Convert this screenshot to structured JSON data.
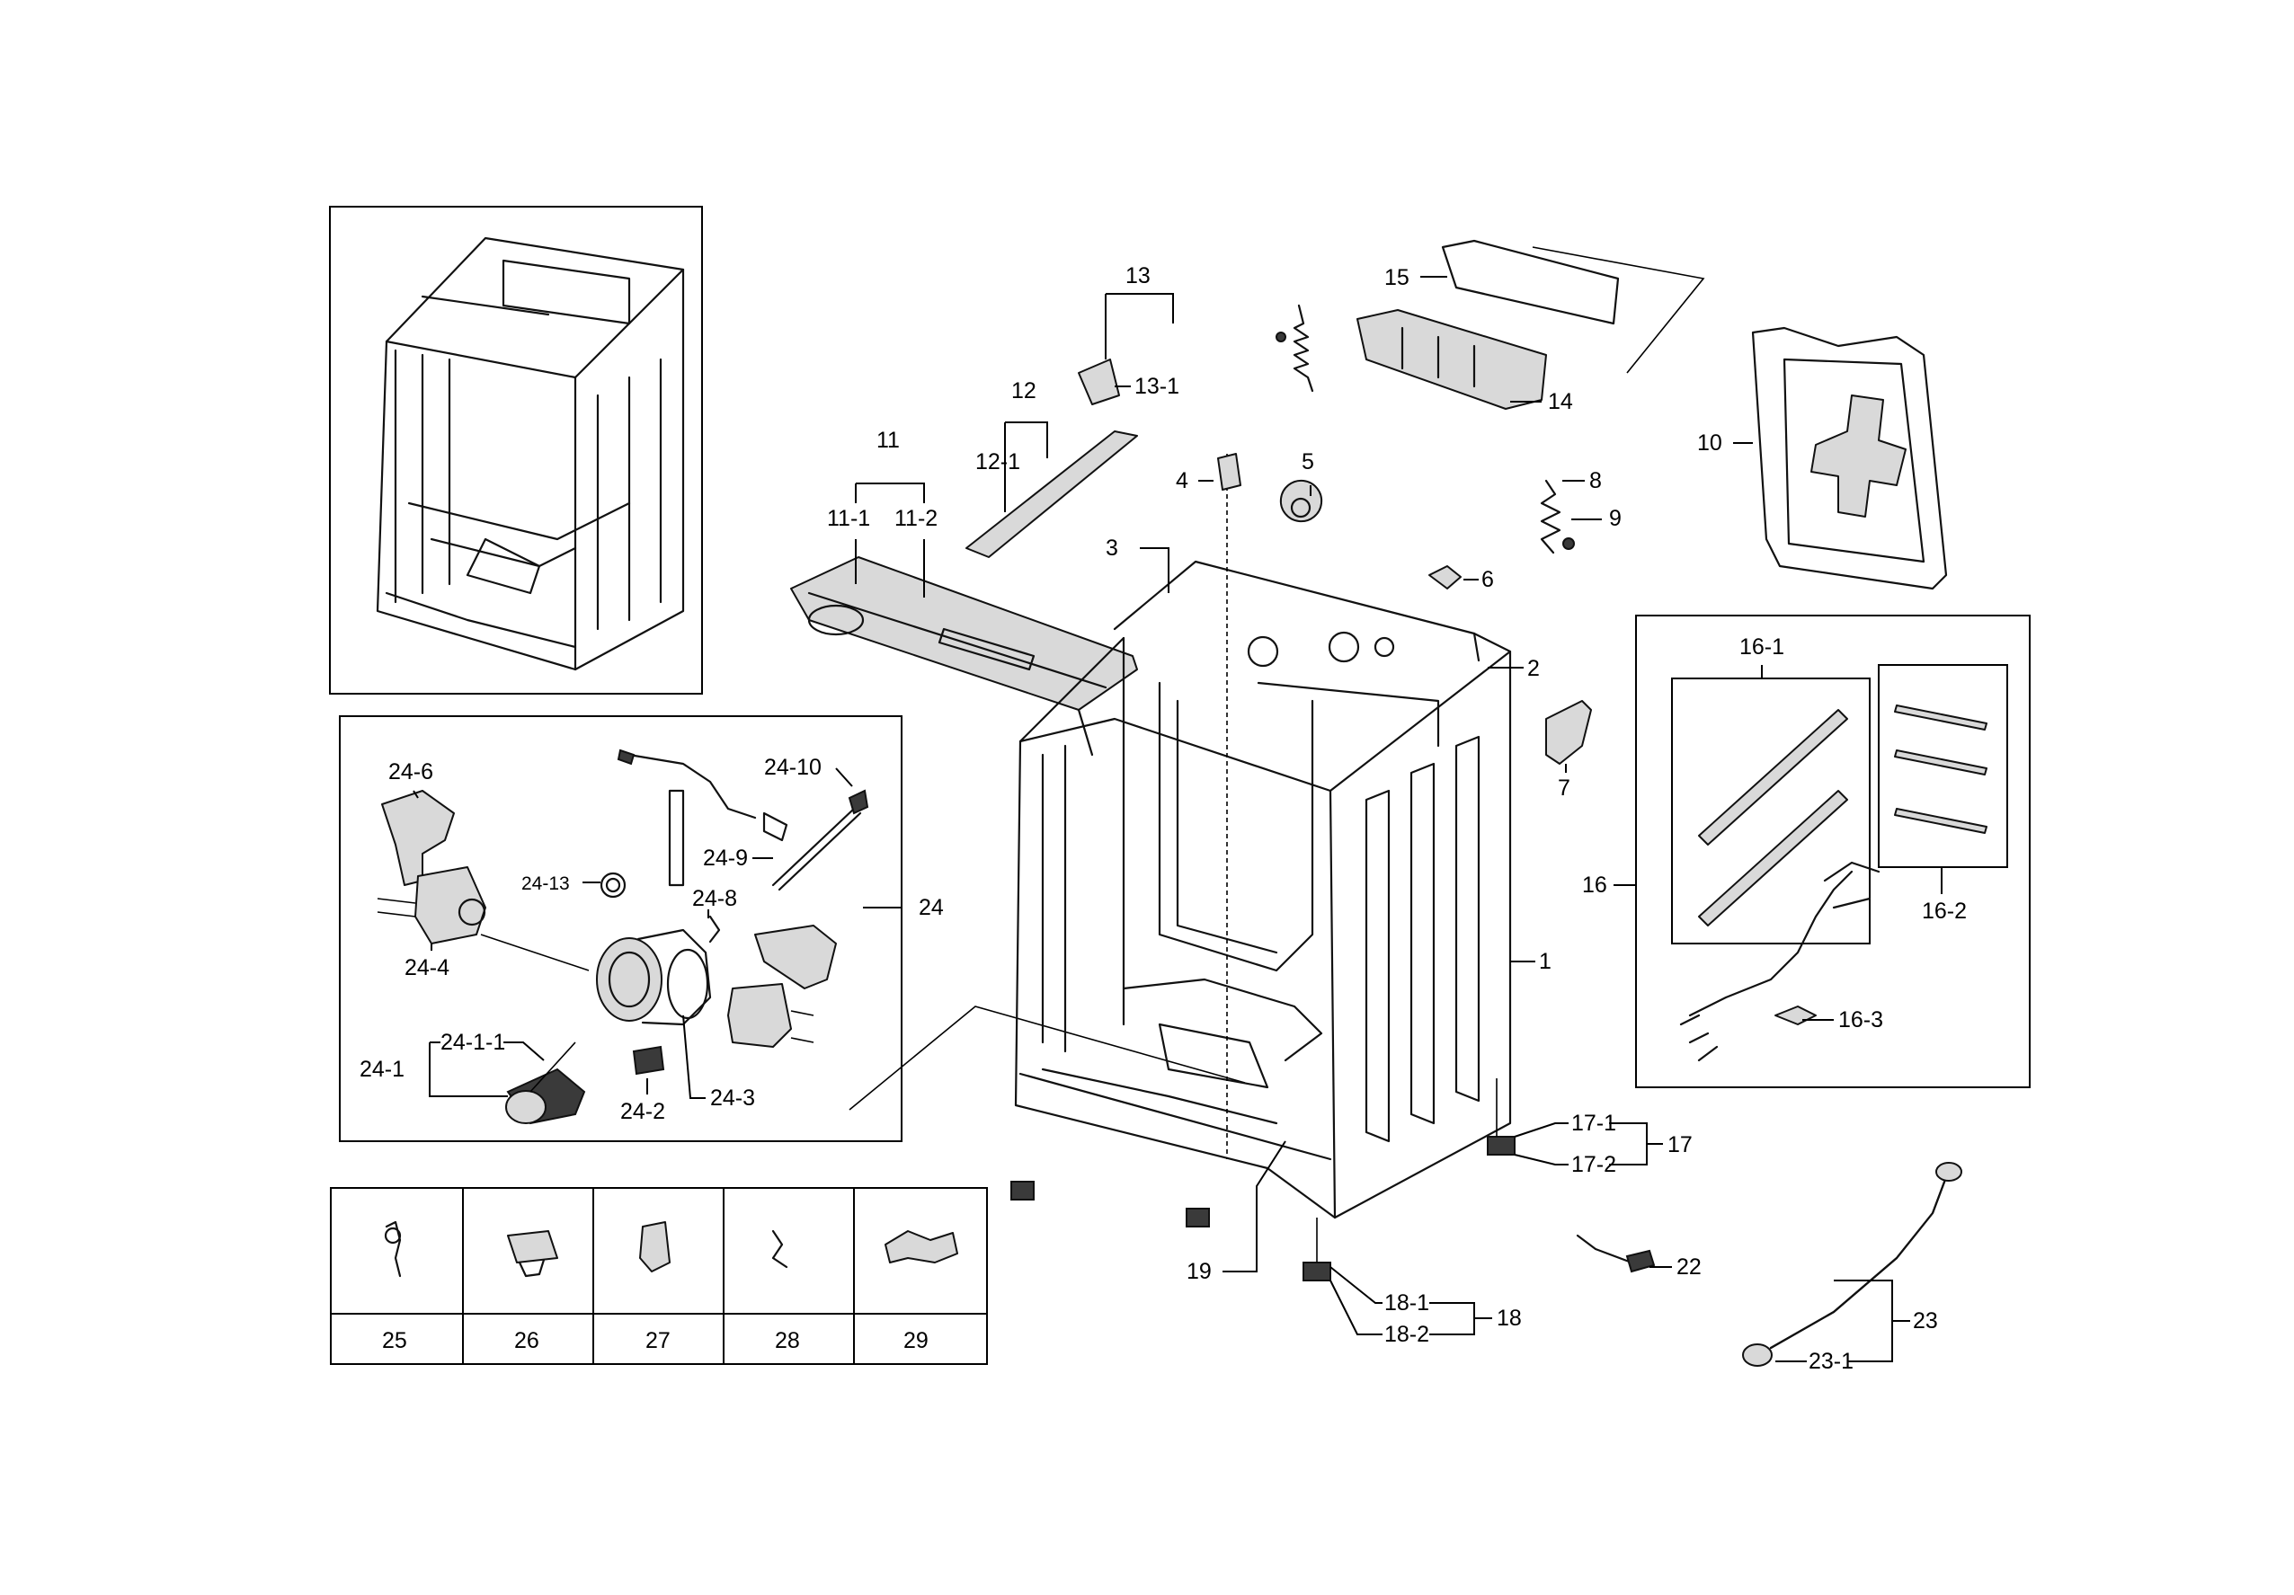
{
  "labels": {
    "l1": "1",
    "l2": "2",
    "l3": "3",
    "l4": "4",
    "l5": "5",
    "l6": "6",
    "l7": "7",
    "l8": "8",
    "l9": "9",
    "l10": "10",
    "l11": "11",
    "l11_1": "11-1",
    "l11_2": "11-2",
    "l12": "12",
    "l12_1": "12-1",
    "l13": "13",
    "l13_1": "13-1",
    "l14": "14",
    "l15": "15",
    "l16": "16",
    "l16_1": "16-1",
    "l16_2": "16-2",
    "l16_3": "16-3",
    "l17": "17",
    "l17_1": "17-1",
    "l17_2": "17-2",
    "l18": "18",
    "l18_1": "18-1",
    "l18_2": "18-2",
    "l19": "19",
    "l22": "22",
    "l23": "23",
    "l23_1": "23-1",
    "l24": "24",
    "l24_1": "24-1",
    "l24_1_1": "24-1-1",
    "l24_2": "24-2",
    "l24_3": "24-3",
    "l24_4": "24-4",
    "l24_6": "24-6",
    "l24_8": "24-8",
    "l24_9": "24-9",
    "l24_10": "24-10",
    "l24_13": "24-13",
    "l25": "25",
    "l26": "26",
    "l27": "27",
    "l28": "28",
    "l29": "29"
  }
}
